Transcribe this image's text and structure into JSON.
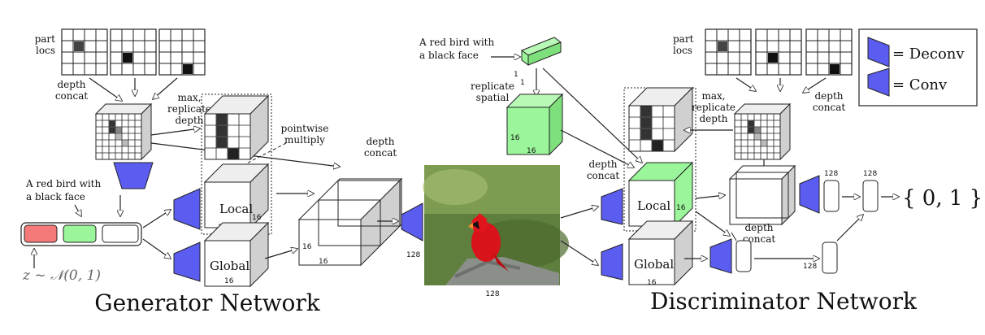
{
  "generator": {
    "title": "Generator Network",
    "part_locs": "part\nlocs",
    "depth_concat_left": "depth\nconcat",
    "max_replicate_depth": "max,\nreplicate\ndepth",
    "pointwise_multiply": "pointwise\nmultiply",
    "depth_concat_top": "depth\nconcat",
    "text_caption": "A red bird with\na black face",
    "z_formula": "z ~ 𝒩(0, 1)",
    "local_label": "Local",
    "global_label": "Global",
    "dims": {
      "local_side": "16",
      "local_bottom": "16",
      "global_bottom": "16",
      "concat_side": "16",
      "concat_bottom": "16",
      "out": "128"
    }
  },
  "image": {
    "dim": "128",
    "alt": "photo of a red cardinal bird"
  },
  "discriminator": {
    "title": "Discriminator Network",
    "text_caption": "A red bird with\na black face",
    "replicate_spatial": "replicate\nspatial",
    "part_locs": "part\nlocs",
    "max_replicate_depth": "max,\nreplicate\ndepth",
    "depth_concat_right": "depth\nconcat",
    "depth_concat_left": "depth\nconcat",
    "depth_concat_bottom": "depth\nconcat",
    "local_label": "Local",
    "global_label": "Global",
    "output": "{ 0, 1 }",
    "dims": {
      "emb_1a": "1",
      "emb_1b": "1",
      "green_side": "16",
      "green_bottom": "16",
      "local_side": "16",
      "global_bottom": "16",
      "fc_a": "128",
      "fc_b": "128",
      "fc_c": "128"
    }
  },
  "legend": {
    "deconv": "= Deconv",
    "conv": "= Conv"
  },
  "colors": {
    "conv_blue": "#5b5cf0",
    "green": "#9bf59a",
    "red": "#f47a7a",
    "face_gray": "#d0d0d0"
  }
}
